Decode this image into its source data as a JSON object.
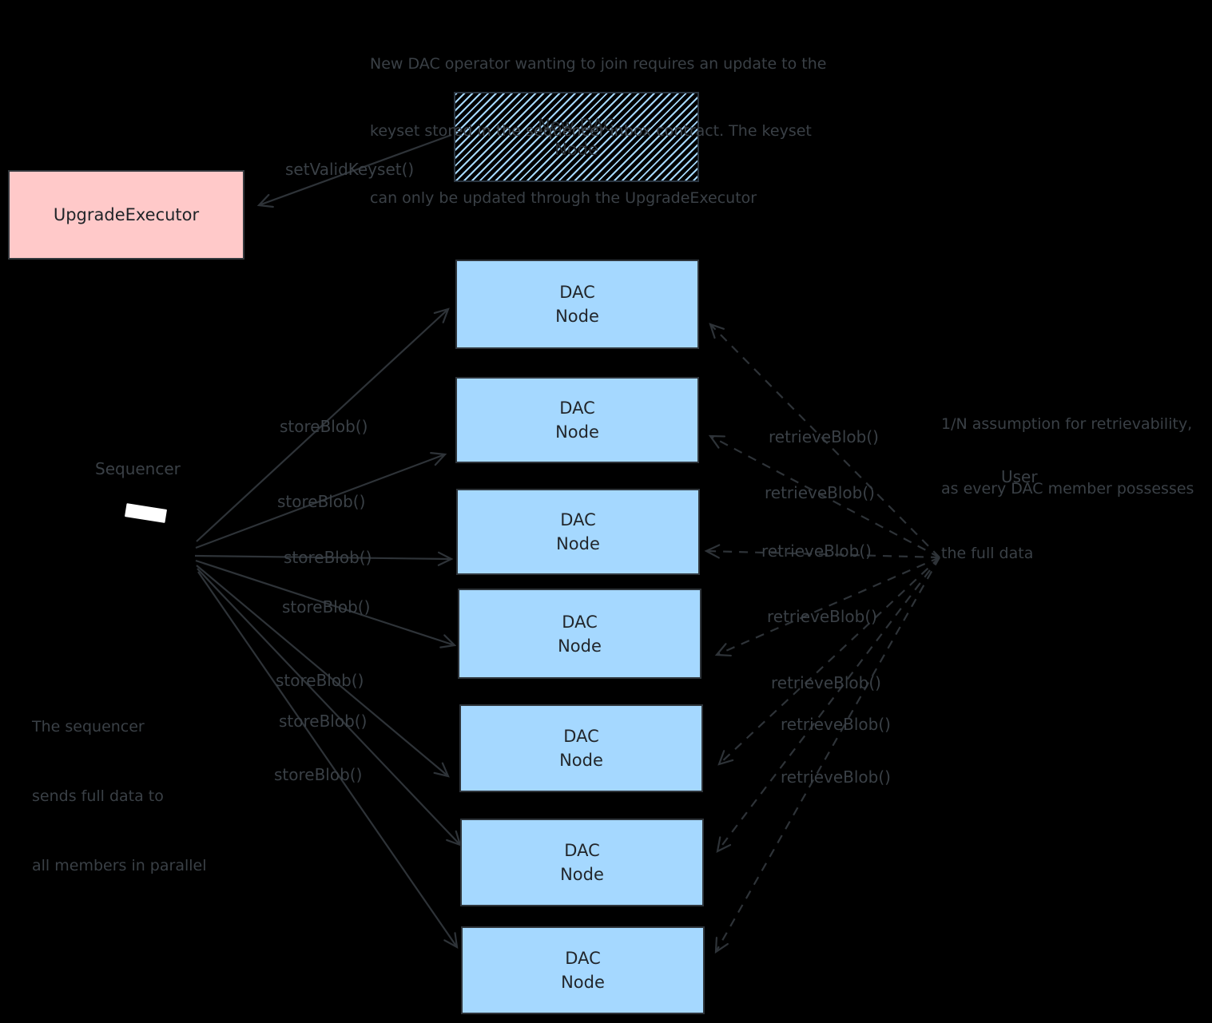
{
  "annotations": {
    "top": {
      "line1": "New DAC operator wanting to join requires an update to the",
      "line2": "keyset stored in the sequencer inbox contract. The keyset",
      "line3": "can only be updated through the UpgradeExecutor"
    },
    "left": {
      "line1": "The sequencer",
      "line2": "sends full data to",
      "line3": "all members in parallel"
    },
    "right": {
      "line1": "1/N assumption for retrievability,",
      "line2": "as every DAC member possesses",
      "line3": "the full data"
    }
  },
  "nodes": {
    "upgrade_executor": "UpgradeExecutor",
    "new_dac_node": {
      "line1": "New DAC",
      "line2": "Node"
    },
    "dac_node": {
      "line1": "DAC",
      "line2": "Node"
    },
    "sequencer": "Sequencer",
    "user": "User"
  },
  "labels": {
    "set_valid_keyset": "setValidKeyset()",
    "store_blob": "storeBlob()",
    "retrieve_blob": "retrieveBlob()"
  },
  "counts": {
    "dac_nodes": 7,
    "store_blob_arrows": 7,
    "retrieve_blob_arrows": 7
  },
  "colors": {
    "background": "#000000",
    "dac_node_fill": "#a5d8ff",
    "upgrade_executor_fill": "#ffc9c9",
    "ink": "#343a40",
    "sequencer_screen": "#ffffff"
  }
}
